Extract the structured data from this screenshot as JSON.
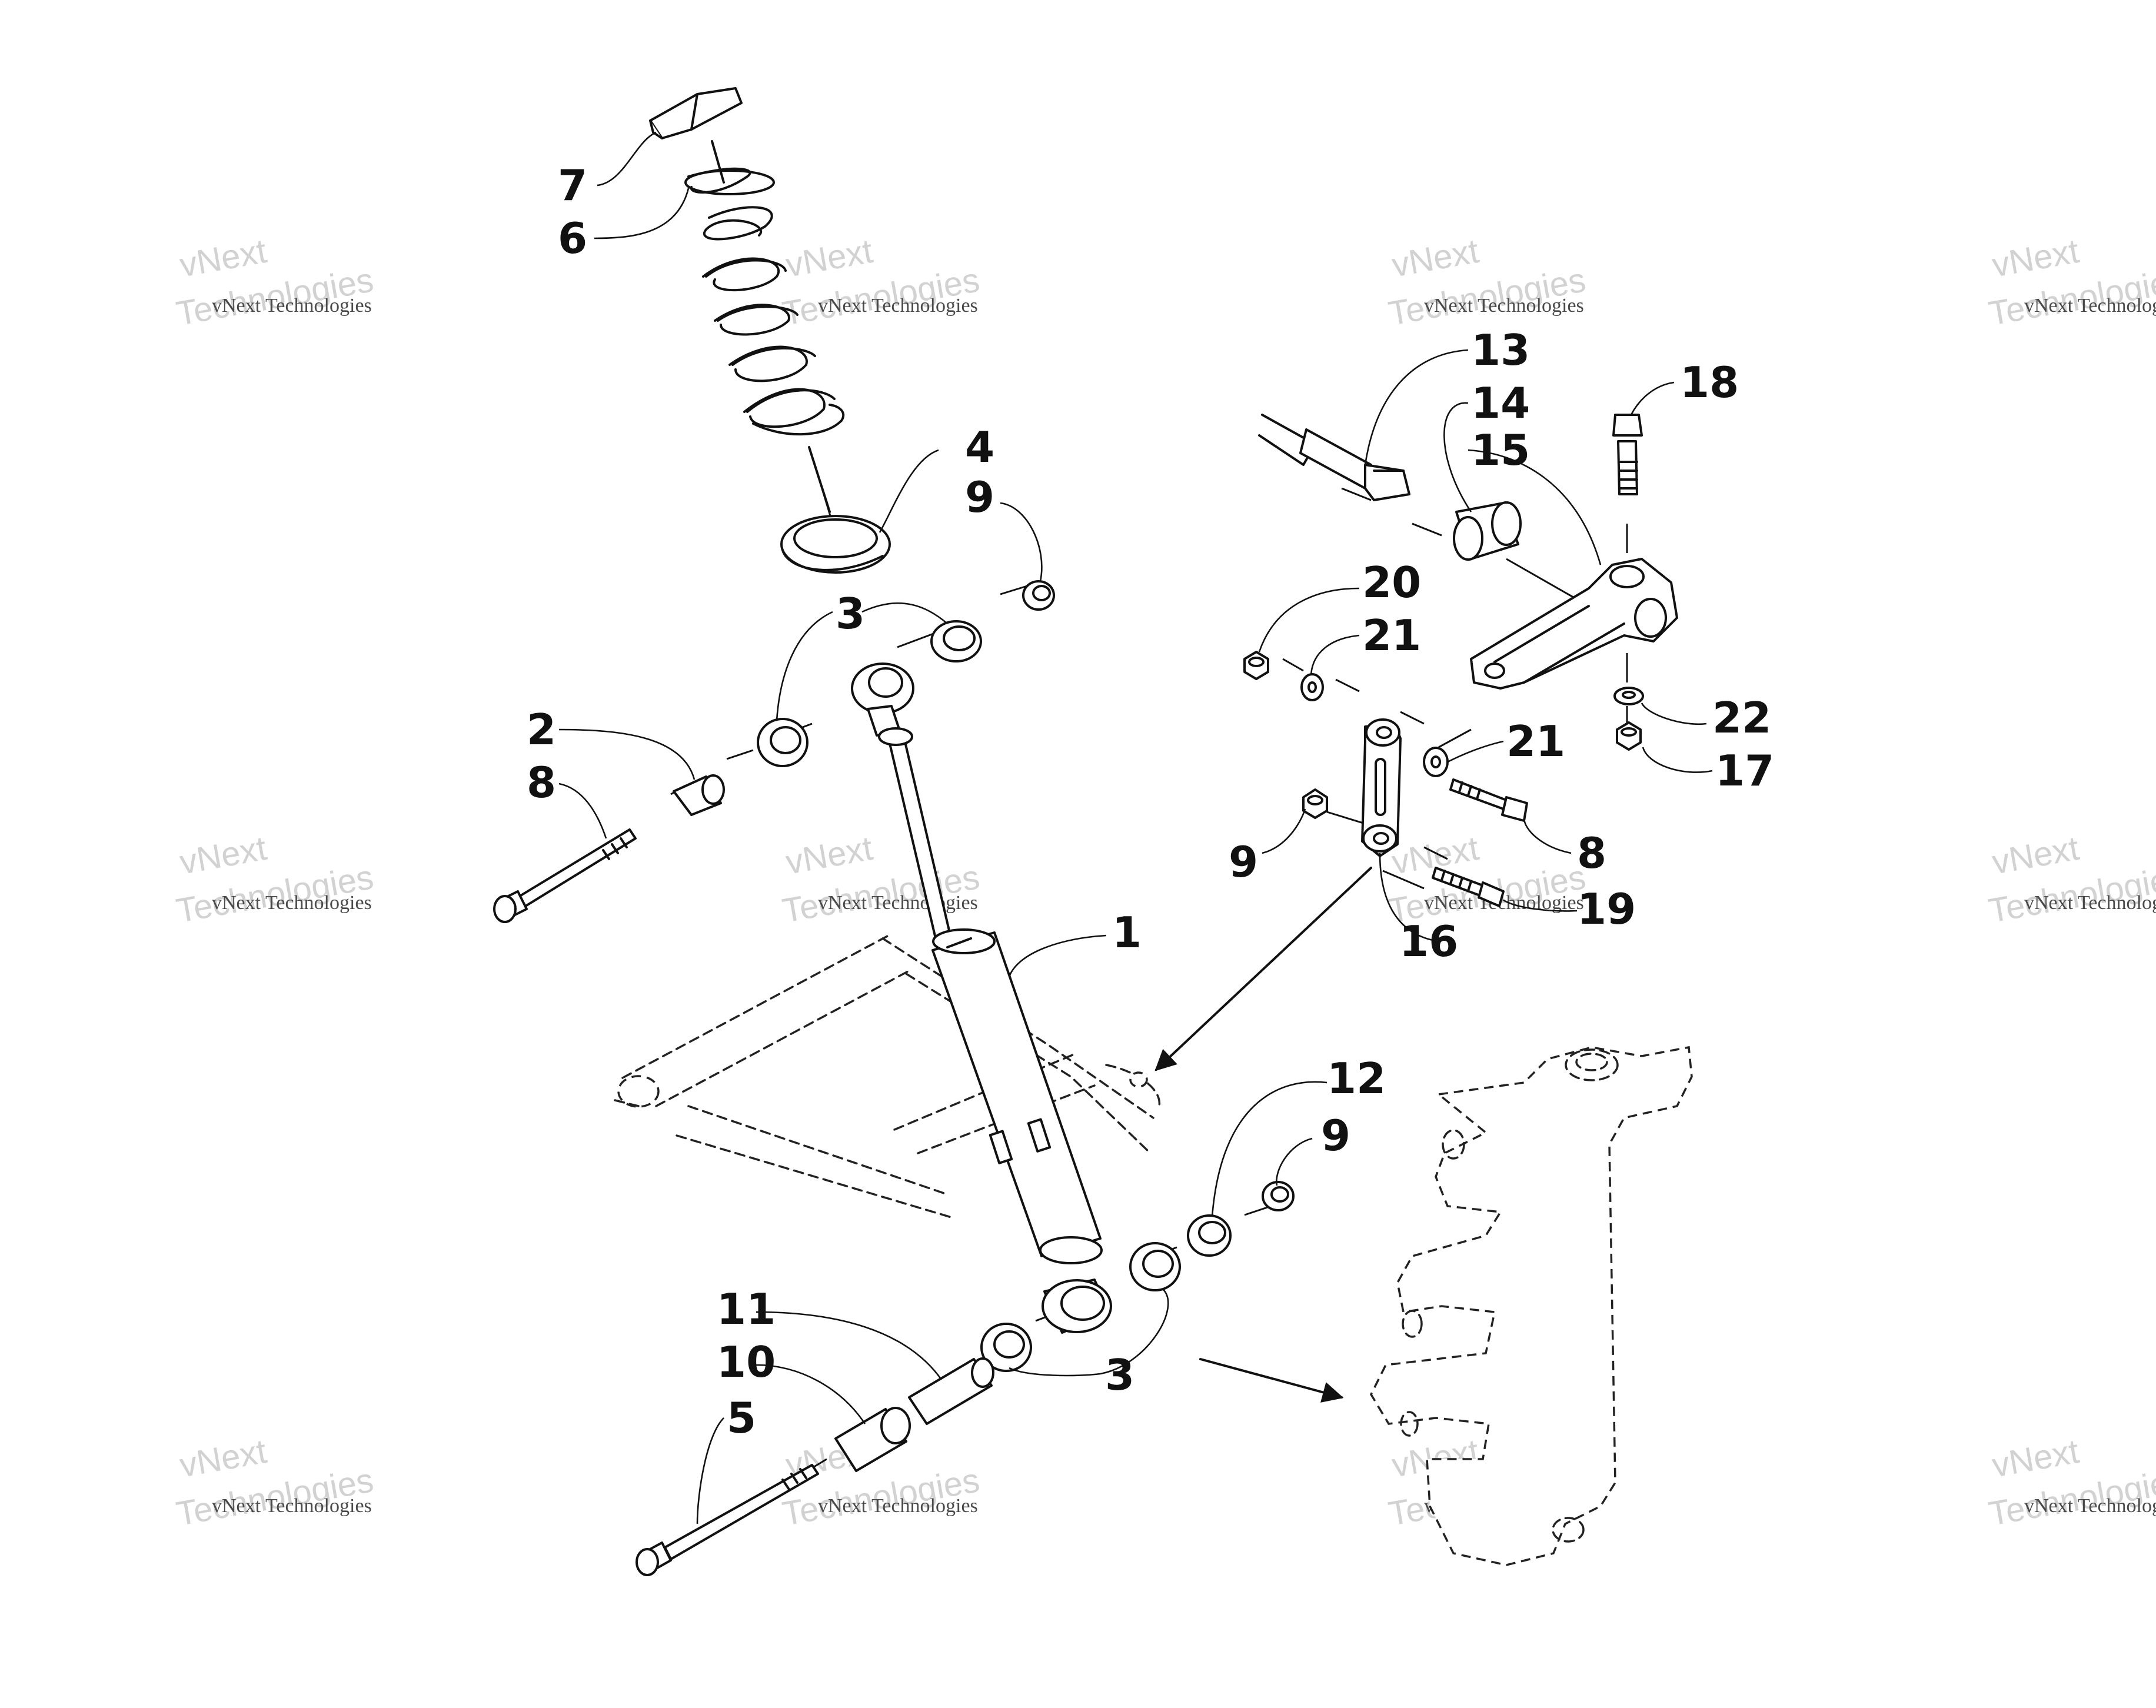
{
  "diagram": {
    "watermark": {
      "brand_line": "vNext Technologies",
      "stamp_text": "vNext\nTechnologies"
    },
    "callouts": {
      "c1": "1",
      "c2": "2",
      "c3a": "3",
      "c3b": "3",
      "c4": "4",
      "c5": "5",
      "c6": "6",
      "c7": "7",
      "c8a": "8",
      "c8b": "8",
      "c9a": "9",
      "c9b": "9",
      "c9c": "9",
      "c10": "10",
      "c11": "11",
      "c12": "12",
      "c13": "13",
      "c14": "14",
      "c15": "15",
      "c16": "16",
      "c17": "17",
      "c18": "18",
      "c19": "19",
      "c20": "20",
      "c21a": "21",
      "c21b": "21",
      "c22": "22"
    }
  }
}
